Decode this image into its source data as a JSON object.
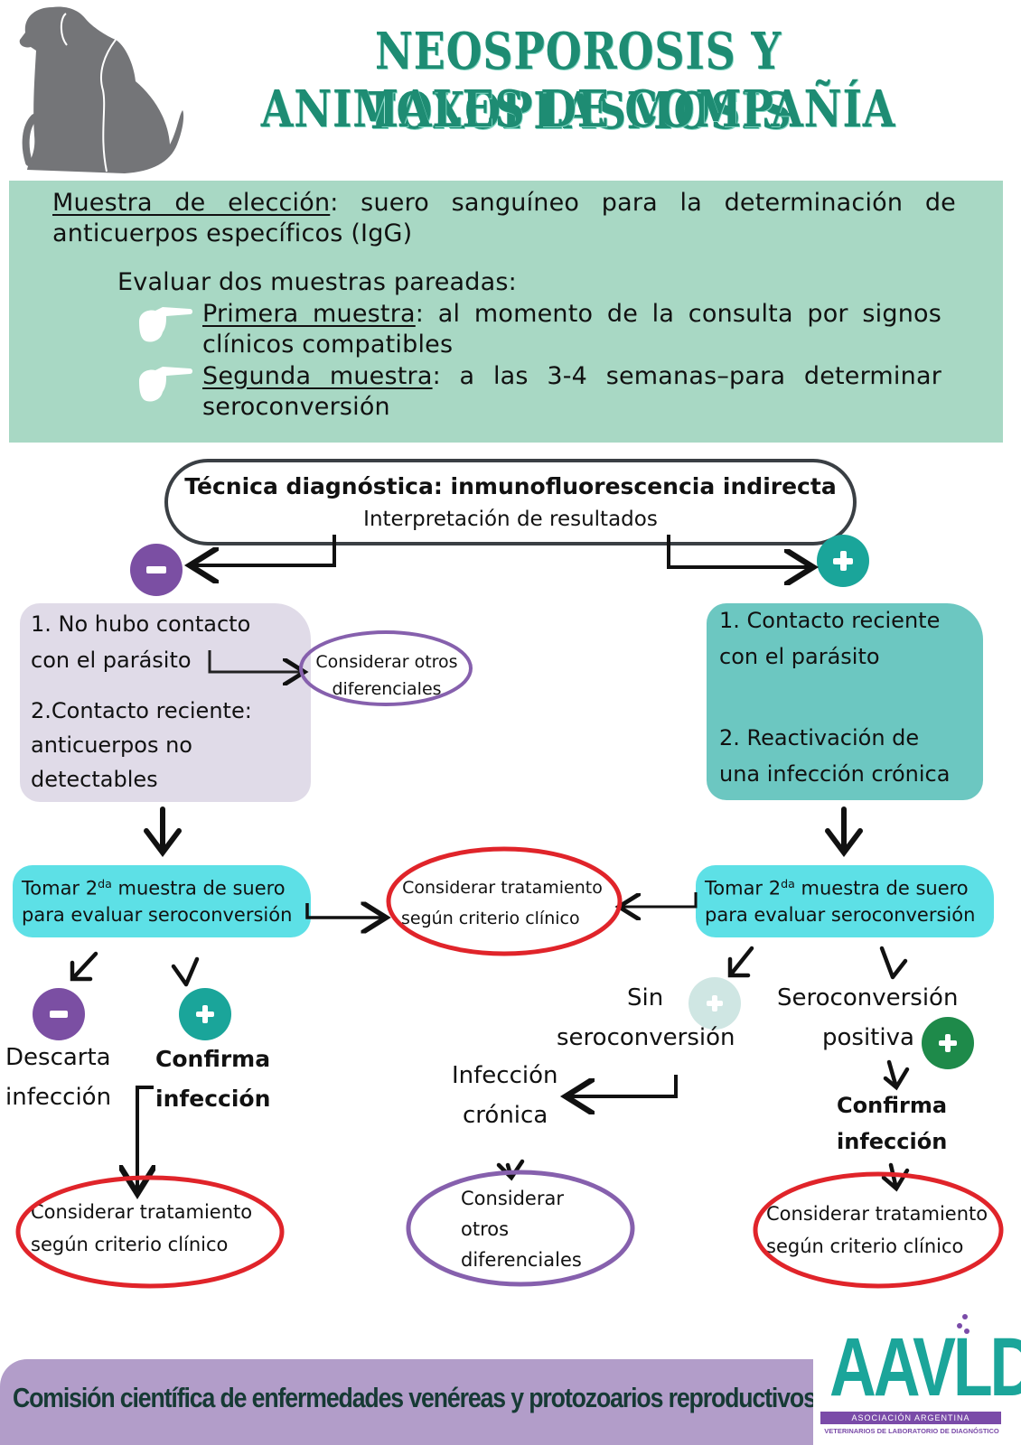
{
  "header": {
    "title_line1": "NEOSPOROSIS  Y TOXOPLASMOSIS",
    "title_line2": "ANIMALES DE COMPAÑÍA",
    "illustration": "dog-and-cat-silhouette"
  },
  "sample_info": {
    "choice_label": "Muestra de elección",
    "choice_text_line1": ": suero sanguíneo para la determinación de",
    "choice_text_line2": "anticuerpos específicos (IgG)",
    "paired_intro": "Evaluar dos muestras pareadas:",
    "bullets": [
      {
        "icon": "pointing-hand-icon",
        "label": "Primera muestra",
        "text_line1": ": al momento de la consulta por signos",
        "text_line2": "clínicos compatibles"
      },
      {
        "icon": "pointing-hand-icon",
        "label": "Segunda muestra",
        "text_line1": ": a las 3-4 semanas–para determinar",
        "text_line2": "seroconversión"
      }
    ]
  },
  "technique": {
    "title": "Técnica diagnóstica: inmunofluorescencia indirecta",
    "subtitle": "Interpretación de resultados"
  },
  "negative_branch": {
    "badge": "minus",
    "item1_line1": "1. No hubo contacto",
    "item1_line2": "con el parásito",
    "item2_line1": "2.Contacto reciente:",
    "item2_line2": "anticuerpos no",
    "item2_line3": "detectables",
    "side_note_line1": "Considerar otros",
    "side_note_line2": "diferenciales",
    "second_sample_pre": "Tomar 2",
    "second_sample_sup": "da",
    "second_sample_post": " muestra de suero",
    "second_sample_line2": "para evaluar seroconversión",
    "outcome_negative_line1": "Descarta",
    "outcome_negative_line2": "infección",
    "outcome_positive_line1": "Confirma",
    "outcome_positive_line2": "infección",
    "final_note_line1": "Considerar tratamiento",
    "final_note_line2": "según criterio clínico"
  },
  "center_note": {
    "line1": "Considerar tratamiento",
    "line2": "según criterio clínico"
  },
  "positive_branch": {
    "badge": "plus",
    "item1_line1": "1. Contacto reciente",
    "item1_line2": "con el parásito",
    "item2_line1": "2. Reactivación de",
    "item2_line2": "una infección crónica",
    "second_sample_pre": "Tomar 2",
    "second_sample_sup": "da",
    "second_sample_post": " muestra de suero",
    "second_sample_line2": "para evaluar seroconversión",
    "no_seroconv_line1": "Sin",
    "no_seroconv_line2": "seroconversión",
    "chronic_line1": "Infección",
    "chronic_line2": "crónica",
    "chronic_note_line1": "Considerar",
    "chronic_note_line2": "otros",
    "chronic_note_line3": "diferenciales",
    "seroconv_line1": "Seroconversión",
    "seroconv_line2": "positiva",
    "confirm_line1": "Confirma",
    "confirm_line2": "infección",
    "final_note_line1": "Considerar tratamiento",
    "final_note_line2": "según criterio clínico"
  },
  "footer": {
    "commission": "Comisión científica de enfermedades venéreas y protozoarios reproductivos",
    "logo_letters": "AAVLD",
    "logo_line1": "ASOCIACIÓN ARGENTINA",
    "logo_line2": "VETERINARIOS DE LABORATORIO DE DIAGNÓSTICO"
  },
  "colors": {
    "title_green": "#1e8c73",
    "panel_green": "#a8d8c4",
    "negative_purple": "#7b4fa3",
    "positive_teal": "#1aa59a",
    "lavender_box": "#e0dbe8",
    "teal_box": "#6cc7c1",
    "cyan_box": "#5de0e6",
    "red_ring": "#e0242a",
    "purple_ring": "#8660ad",
    "footer_purple": "#b29dc9",
    "positive_green": "#1e8a4a",
    "faded_plus": "#cfe6e3"
  }
}
